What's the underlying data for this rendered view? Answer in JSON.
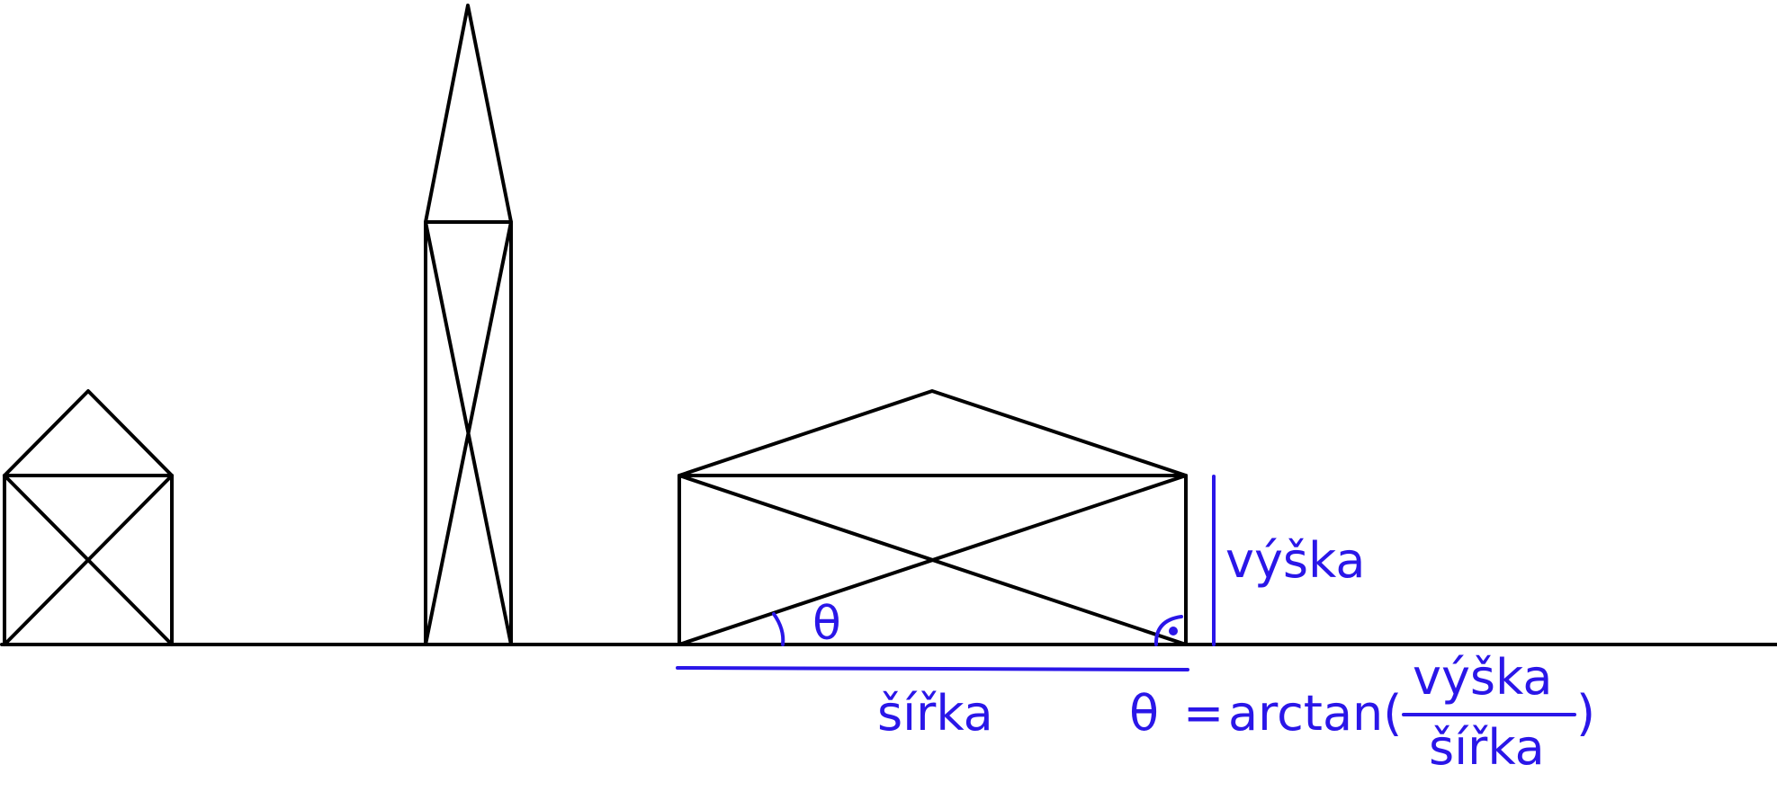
{
  "labels": {
    "height": "výška",
    "width": "šířka",
    "angle": "θ"
  },
  "formula": {
    "lhs": "θ",
    "equals": "=",
    "func": "arctan(",
    "numerator": "výška",
    "denominator": "šířka",
    "close": ")"
  },
  "colors": {
    "ink": "#000000",
    "annotation": "#2a16e8"
  }
}
